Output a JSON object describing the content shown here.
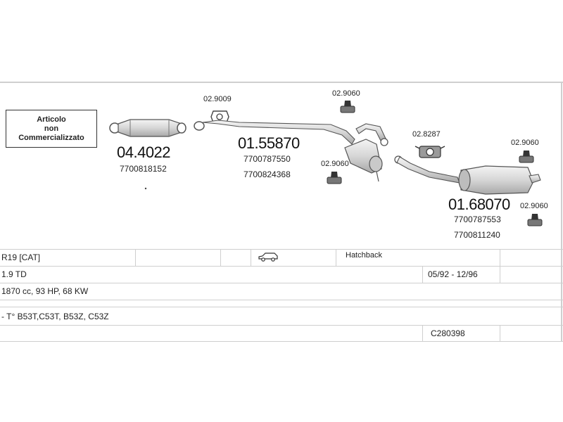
{
  "notice": {
    "line1": "Articolo",
    "line2": "non",
    "line3": "Commercializzato"
  },
  "parts": [
    {
      "code": "04.4022",
      "oem": [
        "7700818152"
      ],
      "icon": "catalytic-converter-icon"
    },
    {
      "code": "01.55870",
      "oem": [
        "7700787550",
        "7700824368"
      ],
      "icon": "front-pipe-silencer-icon"
    },
    {
      "code": "01.68070",
      "oem": [
        "7700787553",
        "7700811240"
      ],
      "icon": "rear-silencer-icon"
    }
  ],
  "fittings": [
    {
      "code": "02.9009",
      "icon": "gasket-icon"
    },
    {
      "code": "02.9060",
      "icon": "rubber-mount-icon"
    },
    {
      "code": "02.9060",
      "icon": "rubber-mount-icon"
    },
    {
      "code": "02.8287",
      "icon": "clamp-icon"
    },
    {
      "code": "02.9060",
      "icon": "rubber-mount-icon"
    },
    {
      "code": "02.9060",
      "icon": "rubber-mount-icon"
    }
  ],
  "vehicle": {
    "model": "R19  [CAT]",
    "body_icon": "hatchback-car-icon",
    "body_type": "Hatchback",
    "engine": "1.9 TD",
    "date_range": "05/92 - 12/96",
    "spec": "1870 cc, 93 HP, 68 KW",
    "types": "- T° B53T,C53T, B53Z, C53Z",
    "reference": "C280398"
  },
  "colors": {
    "line": "#cfcfcf",
    "drawing": "#555555",
    "part_fill": "#e4e4e4"
  }
}
